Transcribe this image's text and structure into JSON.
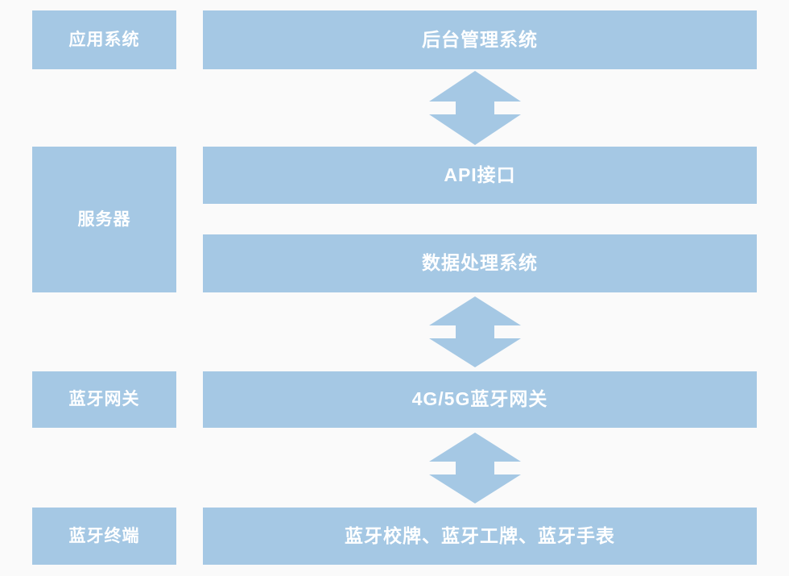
{
  "diagram": {
    "title_present": false,
    "colors": {
      "background": "#fafafa",
      "box_fill": "#a5c8e4",
      "box_text": "#ffffff",
      "arrow_fill": "#a5c8e4"
    },
    "layers": [
      {
        "id": "application",
        "label": "应用系统",
        "boxes": [
          {
            "id": "backend-management-system",
            "label": "后台管理系统"
          }
        ]
      },
      {
        "id": "server",
        "label": "服务器",
        "boxes": [
          {
            "id": "api-interface",
            "label": "API接口"
          },
          {
            "id": "data-processing-system",
            "label": "数据处理系统"
          }
        ]
      },
      {
        "id": "bluetooth-gateway",
        "label": "蓝牙网关",
        "boxes": [
          {
            "id": "4g-5g-bluetooth-gateway",
            "label": "4G/5G蓝牙网关"
          }
        ]
      },
      {
        "id": "bluetooth-terminal",
        "label": "蓝牙终端",
        "boxes": [
          {
            "id": "bluetooth-devices",
            "label": "蓝牙校牌、蓝牙工牌、蓝牙手表"
          }
        ]
      }
    ],
    "connectors": [
      {
        "id": "connector-app-server",
        "icon": "double-arrow-vertical-icon",
        "from": "后台管理系统",
        "to": "API接口"
      },
      {
        "id": "connector-server-gateway",
        "icon": "double-arrow-vertical-icon",
        "from": "数据处理系统",
        "to": "4G/5G蓝牙网关"
      },
      {
        "id": "connector-gateway-terminal",
        "icon": "double-arrow-vertical-icon",
        "from": "4G/5G蓝牙网关",
        "to": "蓝牙校牌、蓝牙工牌、蓝牙手表"
      }
    ]
  }
}
